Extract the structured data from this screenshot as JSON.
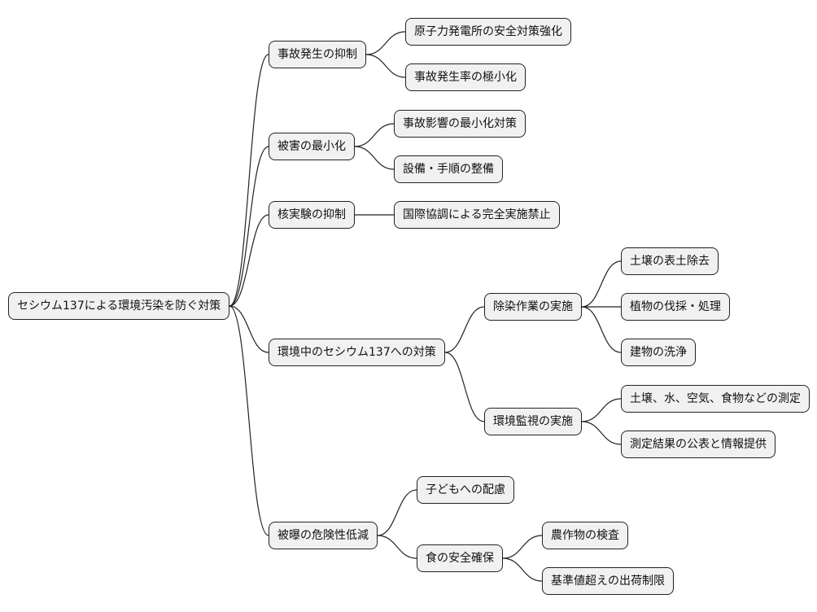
{
  "mindmap": {
    "root": {
      "label": "セシウム137による環境汚染を防ぐ対策"
    },
    "branches": [
      {
        "label": "事故発生の抑制",
        "children": [
          {
            "label": "原子力発電所の安全対策強化"
          },
          {
            "label": "事故発生率の極小化"
          }
        ]
      },
      {
        "label": "被害の最小化",
        "children": [
          {
            "label": "事故影響の最小化対策"
          },
          {
            "label": "設備・手順の整備"
          }
        ]
      },
      {
        "label": "核実験の抑制",
        "children": [
          {
            "label": "国際協調による完全実施禁止"
          }
        ]
      },
      {
        "label": "環境中のセシウム137への対策",
        "children": [
          {
            "label": "除染作業の実施",
            "children": [
              {
                "label": "土壌の表土除去"
              },
              {
                "label": "植物の伐採・処理"
              },
              {
                "label": "建物の洗浄"
              }
            ]
          },
          {
            "label": "環境監視の実施",
            "children": [
              {
                "label": "土壌、水、空気、食物などの測定"
              },
              {
                "label": "測定結果の公表と情報提供"
              }
            ]
          }
        ]
      },
      {
        "label": "被曝の危険性低減",
        "children": [
          {
            "label": "子どもへの配慮"
          },
          {
            "label": "食の安全確保",
            "children": [
              {
                "label": "農作物の検査"
              },
              {
                "label": "基準値超えの出荷制限"
              }
            ]
          }
        ]
      }
    ]
  }
}
